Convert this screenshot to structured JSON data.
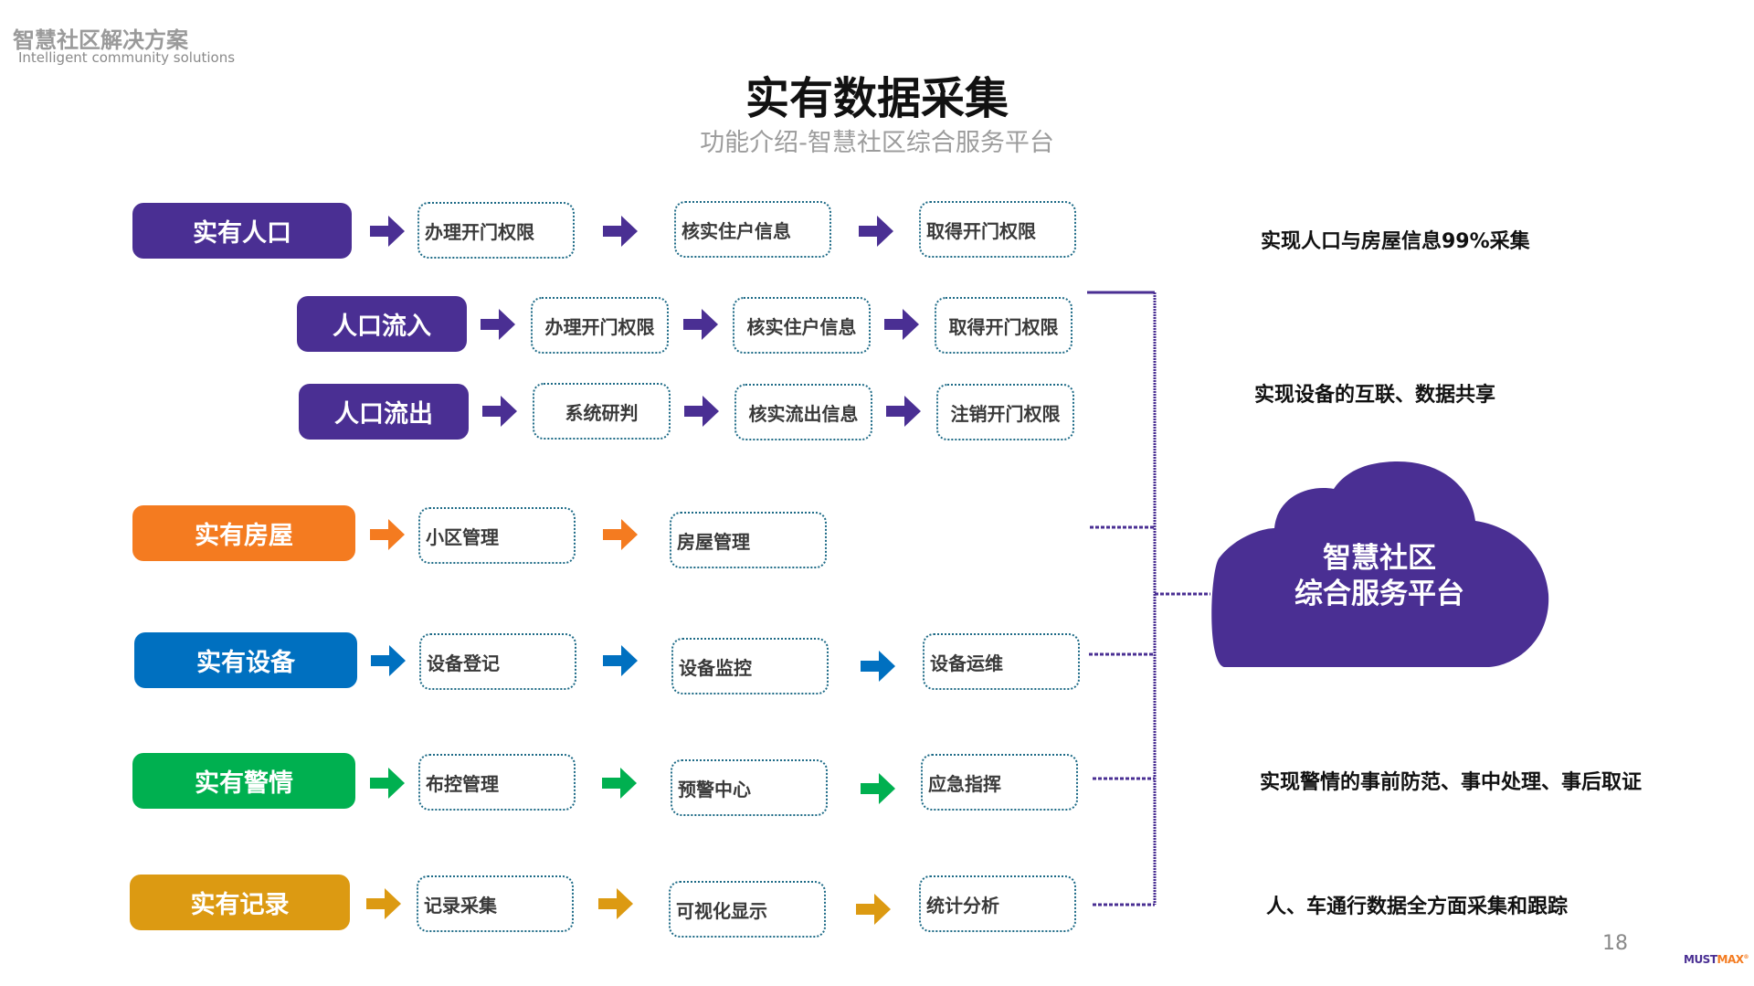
{
  "header": {
    "brand_cn": "智慧社区解决方案",
    "brand_en": "Intelligent community solutions",
    "title": "实有数据采集",
    "subtitle": "功能介绍-智慧社区综合服务平台"
  },
  "colors": {
    "purple": "#4a2f93",
    "orange": "#f47b20",
    "blue": "#0070c0",
    "green": "#00b050",
    "gold": "#dc9a12",
    "step_border": "#1d6a86",
    "bracket": "#4a2f93"
  },
  "rows": [
    {
      "category": "实有人口",
      "color": "purple",
      "steps": [
        "办理开门权限",
        "核实住户信息",
        "取得开门权限"
      ]
    },
    {
      "category": "人口流入",
      "color": "purple",
      "steps": [
        "办理开门权限",
        "核实住户信息",
        "取得开门权限"
      ]
    },
    {
      "category": "人口流出",
      "color": "purple",
      "steps": [
        "系统研判",
        "核实流出信息",
        "注销开门权限"
      ]
    },
    {
      "category": "实有房屋",
      "color": "orange",
      "steps": [
        "小区管理",
        "房屋管理"
      ]
    },
    {
      "category": "实有设备",
      "color": "blue",
      "steps": [
        "设备登记",
        "设备监控",
        "设备运维"
      ]
    },
    {
      "category": "实有警情",
      "color": "green",
      "steps": [
        "布控管理",
        "预警中心",
        "应急指挥"
      ]
    },
    {
      "category": "实有记录",
      "color": "gold",
      "steps": [
        "记录采集",
        "可视化显示",
        "统计分析"
      ]
    }
  ],
  "platform": {
    "line1": "智慧社区",
    "line2": "综合服务平台"
  },
  "notes": [
    "实现人口与房屋信息99%采集",
    "实现设备的互联、数据共享",
    "实现警情的事前防范、事中处理、事后取证",
    "人、车通行数据全方面采集和跟踪"
  ],
  "footer": {
    "page_number": "18",
    "logo_part1": "MUST",
    "logo_part2": "MAX",
    "logo_mark": "®"
  }
}
